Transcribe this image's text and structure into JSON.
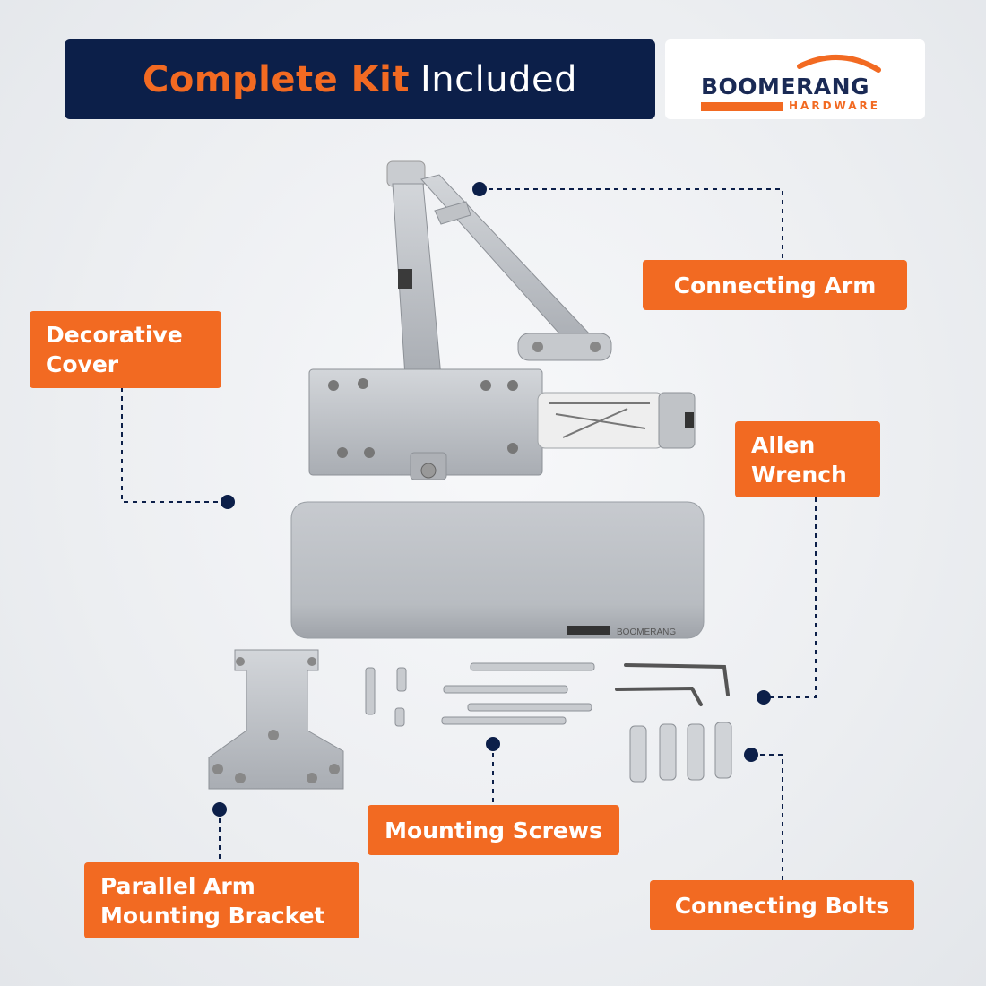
{
  "header": {
    "title_highlight": "Complete Kit",
    "title_rest": "Included"
  },
  "logo": {
    "word": "BOOMERANG",
    "sub": "HARDWARE"
  },
  "labels": {
    "connecting_arm": "Connecting Arm",
    "decorative_cover_line1": "Decorative",
    "decorative_cover_line2": "Cover",
    "allen_wrench_line1": "Allen",
    "allen_wrench_line2": "Wrench",
    "mounting_screws": "Mounting Screws",
    "parallel_arm_line1": "Parallel Arm",
    "parallel_arm_line2": "Mounting Bracket",
    "connecting_bolts": "Connecting Bolts"
  },
  "cover_brand_text": "BOOMERANG",
  "colors": {
    "navy": "#0c1f49",
    "orange": "#f26a22",
    "metal": "#b9bdc3"
  }
}
